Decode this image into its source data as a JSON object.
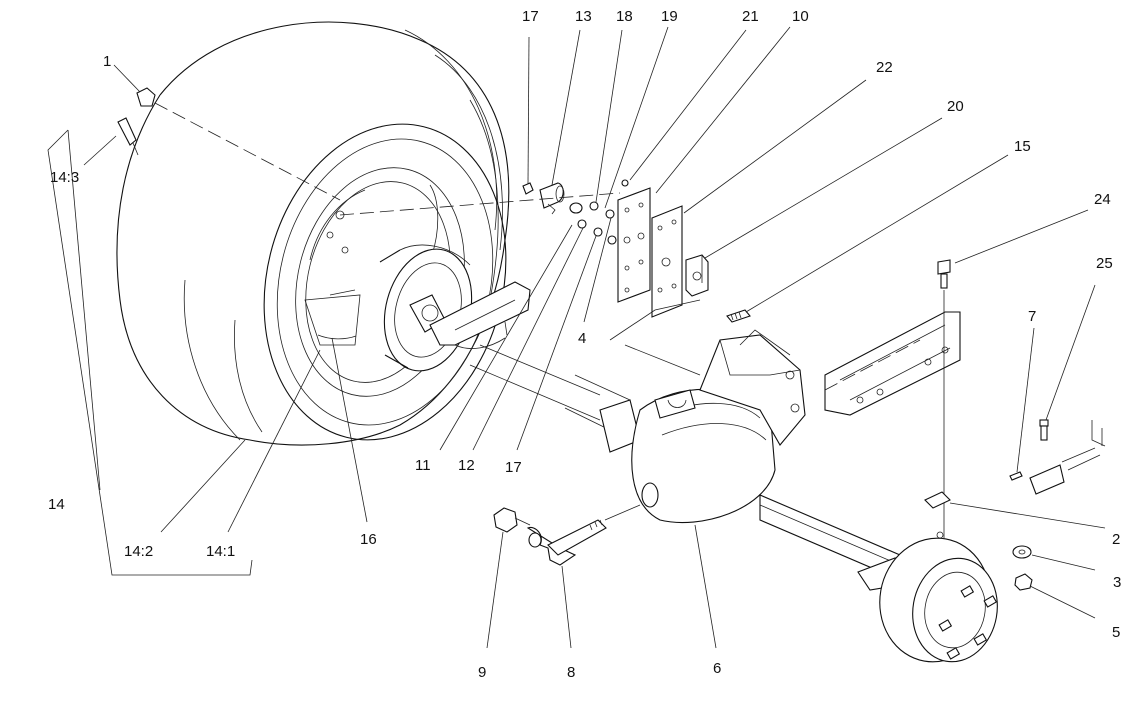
{
  "callouts": {
    "c1": "1",
    "c14_3": "14:3",
    "c14": "14",
    "c14_2": "14:2",
    "c14_1": "14:1",
    "c16": "16",
    "c17a": "17",
    "c13": "13",
    "c18": "18",
    "c19": "19",
    "c21": "21",
    "c10": "10",
    "c22": "22",
    "c20": "20",
    "c15": "15",
    "c24": "24",
    "c25": "25",
    "c7": "7",
    "c4": "4",
    "c11": "11",
    "c12": "12",
    "c17b": "17",
    "c2": "2",
    "c3": "3",
    "c5": "5",
    "c9": "9",
    "c8": "8",
    "c6": "6"
  }
}
